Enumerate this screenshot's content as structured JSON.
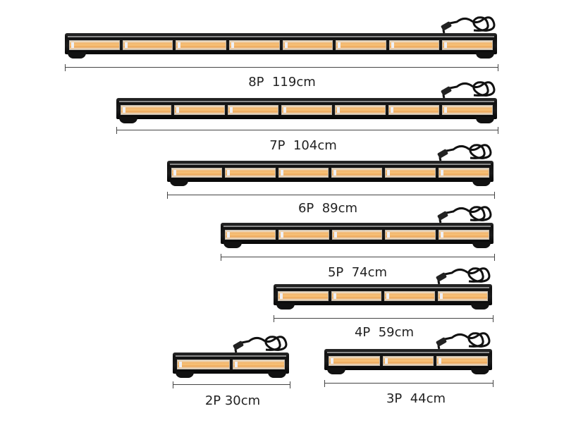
{
  "products": [
    {
      "panels": 8,
      "label": "8P  119cm"
    },
    {
      "panels": 7,
      "label": "7P  104cm"
    },
    {
      "panels": 6,
      "label": "6P  89cm"
    },
    {
      "panels": 5,
      "label": "5P  74cm"
    },
    {
      "panels": 4,
      "label": "4P  59cm"
    },
    {
      "panels": 3,
      "label": "3P  44cm"
    },
    {
      "panels": 2,
      "label": "2P 30cm"
    }
  ],
  "colors": {
    "amber": "#f7c27a",
    "housing": "#111111"
  }
}
